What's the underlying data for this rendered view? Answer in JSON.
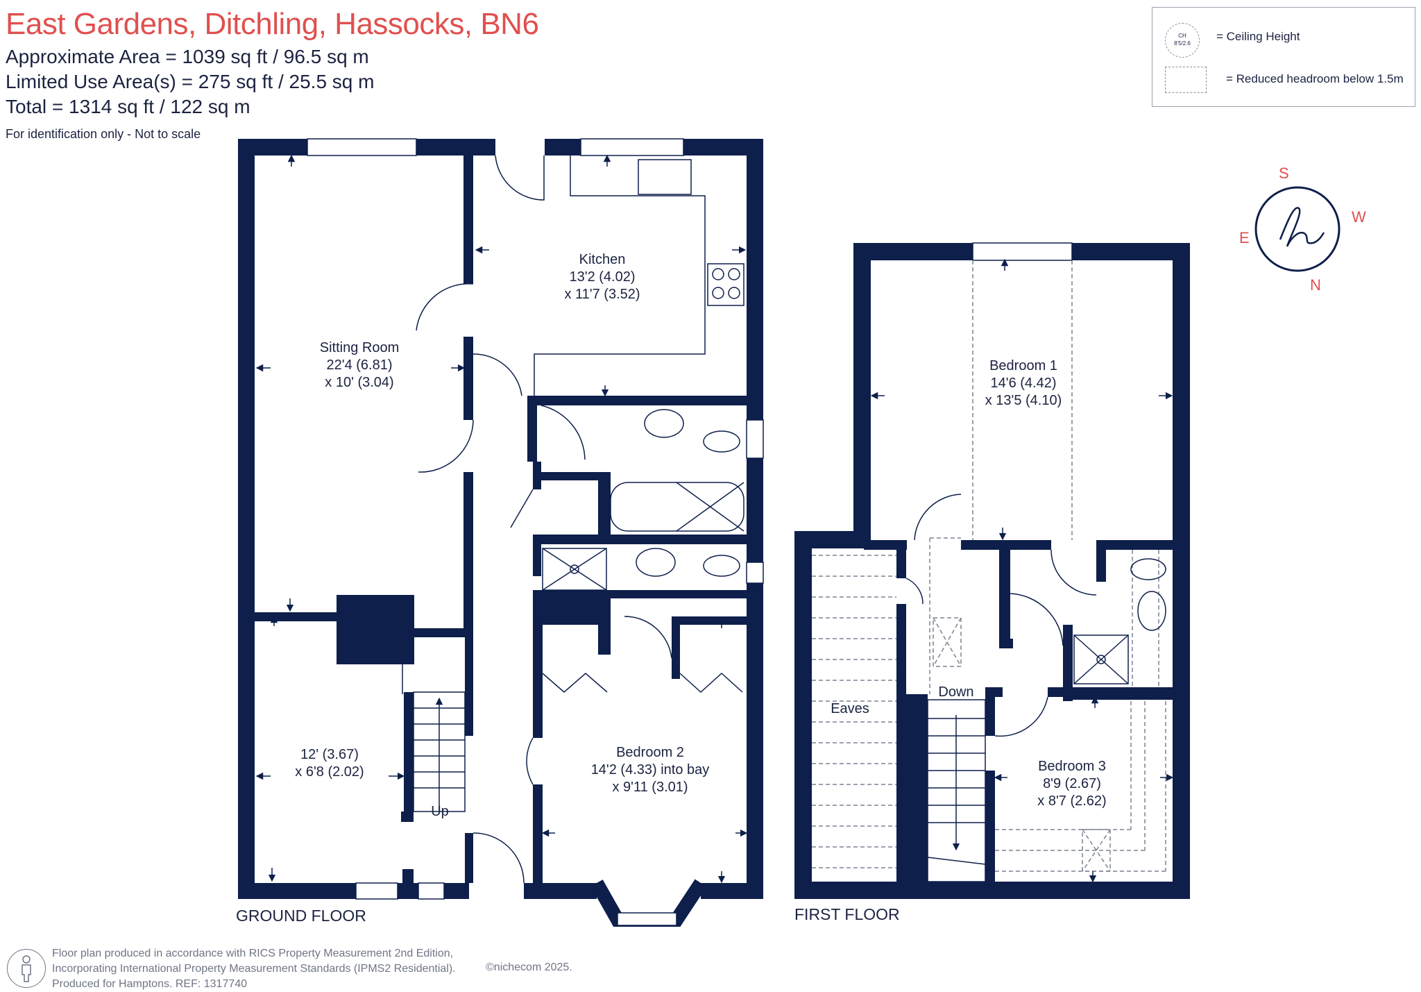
{
  "header": {
    "title": "East Gardens, Ditchling, Hassocks, BN6",
    "approx_area": "Approximate Area = 1039  sq ft / 96.5  sq m",
    "limited_area": "Limited Use Area(s) = 275  sq ft / 25.5  sq m",
    "total": "Total = 1314 sq ft / 122 sq m",
    "note": "For identification only - Not to scale"
  },
  "legend": {
    "ch_symbol": "CH",
    "ch_value": "8'5/2.6",
    "ceiling_label": "= Ceiling Height",
    "reduced_label": "= Reduced headroom below 1.5m"
  },
  "compass": {
    "s": "S",
    "w": "W",
    "e": "E",
    "n": "N"
  },
  "ground_floor": {
    "label": "GROUND FLOOR",
    "rooms": {
      "sitting": [
        "Sitting Room",
        "22'4 (6.81)",
        "x 10' (3.04)"
      ],
      "kitchen": [
        "Kitchen",
        "13'2 (4.02)",
        "x 11'7 (3.52)"
      ],
      "dining": [
        "12' (3.67)",
        "x 6'8 (2.02)"
      ],
      "bedroom2": [
        "Bedroom 2",
        "14'2 (4.33) into bay",
        "x 9'11 (3.01)"
      ]
    },
    "stairs_label": "Up"
  },
  "first_floor": {
    "label": "FIRST FLOOR",
    "rooms": {
      "bedroom1": [
        "Bedroom 1",
        "14'6 (4.42)",
        "x 13'5 (4.10)"
      ],
      "bedroom3": [
        "Bedroom 3",
        "8'9 (2.67)",
        "x 8'7 (2.62)"
      ],
      "eaves": "Eaves"
    },
    "stairs_label": "Down"
  },
  "footer": {
    "line1": "Floor plan produced in accordance with RICS Property Measurement 2nd Edition,",
    "line2": "Incorporating International Property Measurement Standards (IPMS2 Residential).",
    "line3": "Produced for Hamptons.  REF:  1317740",
    "copyright": "©nichecom 2025."
  },
  "colors": {
    "wall": "#0d1f4a",
    "title": "#e0504f",
    "text": "#1b2340"
  }
}
